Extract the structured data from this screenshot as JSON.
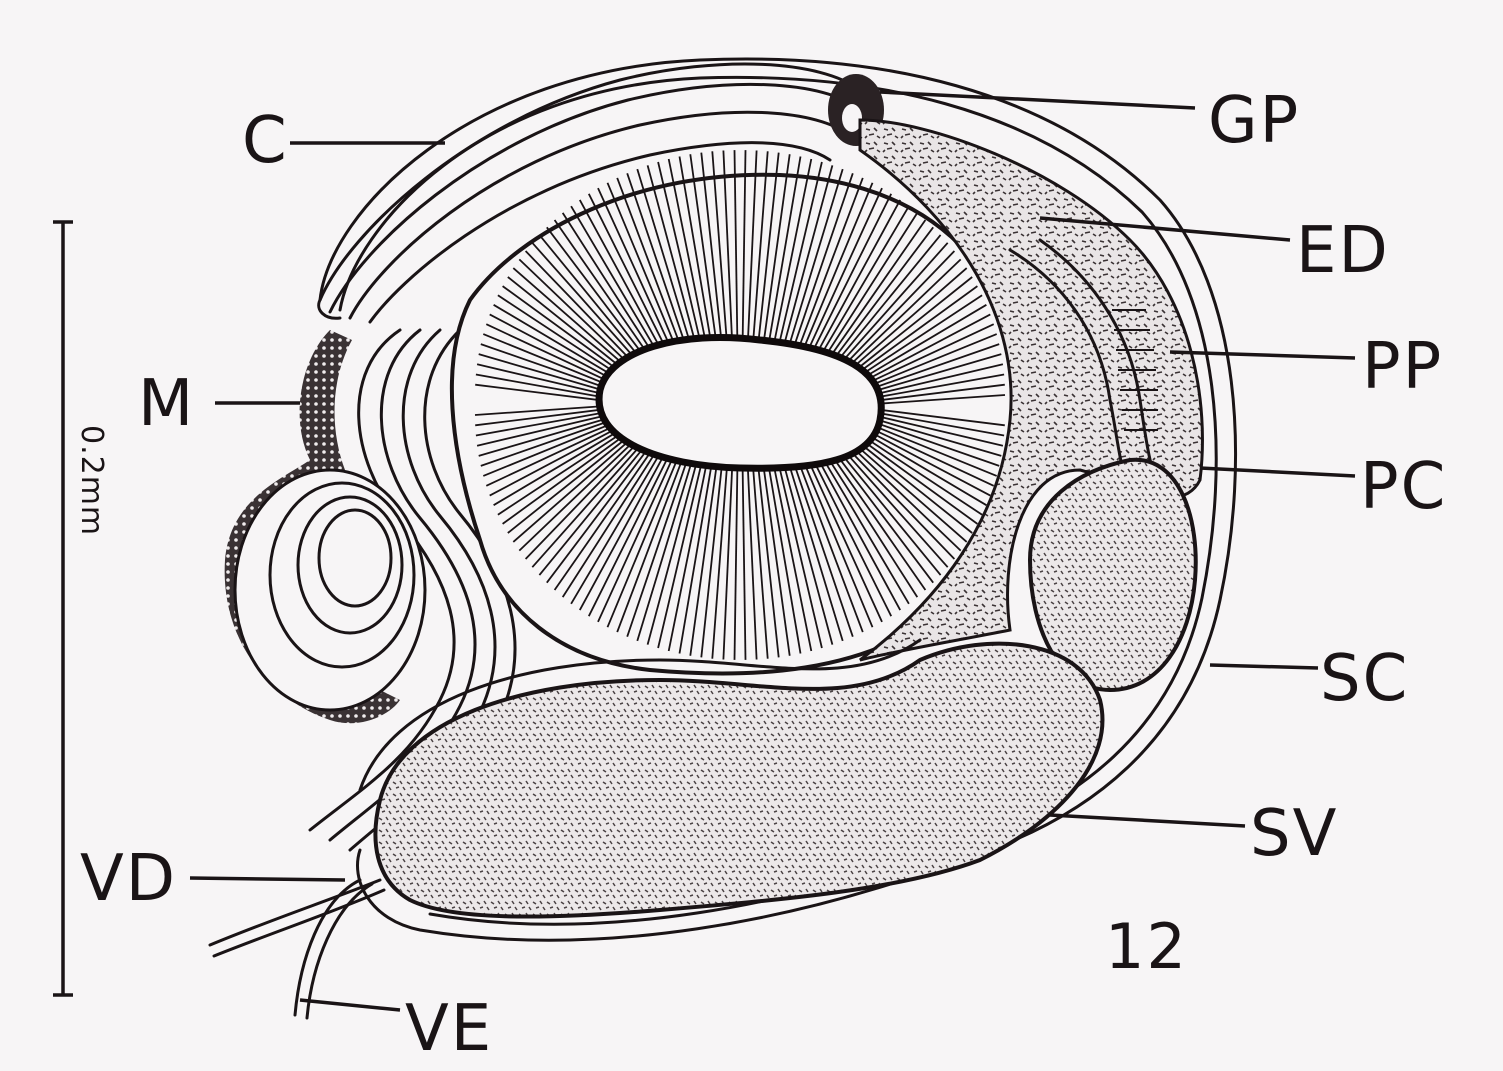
{
  "figure": {
    "number": "12",
    "scale_bar": "0.2mm"
  },
  "labels": {
    "c": "C",
    "gp": "GP",
    "ed": "ED",
    "pp": "PP",
    "pc": "PC",
    "m": "M",
    "sc": "SC",
    "sv": "SV",
    "vd": "VD",
    "ve": "VE"
  },
  "colors": {
    "ink": "#1a1416",
    "paper": "#f7f5f6"
  }
}
